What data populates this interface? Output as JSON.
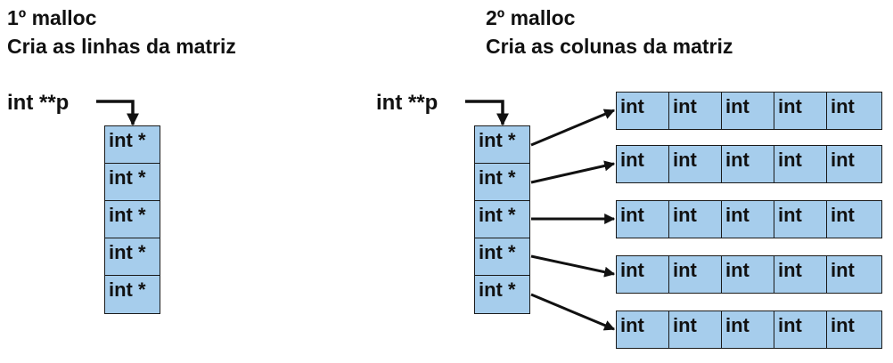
{
  "left": {
    "title_line1": "1º malloc",
    "title_line2": "Cria as linhas da matriz",
    "pointer_label": "int **p",
    "row_cells": [
      "int *",
      "int *",
      "int *",
      "int *",
      "int *"
    ]
  },
  "right": {
    "title_line1": "2º malloc",
    "title_line2": "Cria as colunas da matriz",
    "pointer_label": "int **p",
    "row_cells": [
      "int *",
      "int *",
      "int *",
      "int *",
      "int *"
    ],
    "column_rows": [
      [
        "int",
        "int",
        "int",
        "int",
        "int"
      ],
      [
        "int",
        "int",
        "int",
        "int",
        "int"
      ],
      [
        "int",
        "int",
        "int",
        "int",
        "int"
      ],
      [
        "int",
        "int",
        "int",
        "int",
        "int"
      ],
      [
        "int",
        "int",
        "int",
        "int",
        "int"
      ]
    ]
  },
  "colors": {
    "cell_fill": "#a6cdec",
    "stroke": "#1a1a1a"
  }
}
